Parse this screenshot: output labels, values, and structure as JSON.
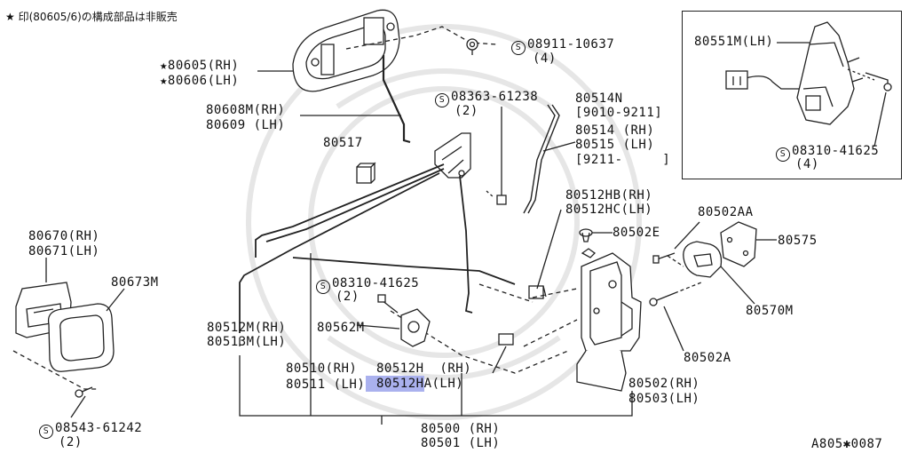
{
  "note": "★ 印(80605/6)の構成部品は非販売",
  "figure_code": "A805✱0087",
  "screw_symbol": "S",
  "callouts": {
    "p80605": "★80605(RH)",
    "p80606": "★80606(LH)",
    "p80608m": "80608M(RH)",
    "p80609": "80609 (LH)",
    "p80517": "80517",
    "p08911_num": "08911-10637",
    "p08911_qty": "(4)",
    "p08363_num": "08363-61238",
    "p08363_qty": "(2)",
    "p80514n": "80514N",
    "p80514n_date": "[9010-9211]",
    "p80514": "80514 (RH)",
    "p80515": "80515 (LH)",
    "p80515_date": "[9211-     ]",
    "p80512hb": "80512HB(RH)",
    "p80512hc": "80512HC(LH)",
    "p80502aa": "80502AA",
    "p80502e": "80502E",
    "p80575": "80575",
    "p80670": "80670(RH)",
    "p80671": "80671(LH)",
    "p80673m": "80673M",
    "p08310a_num": "08310-41625",
    "p08310a_qty": "(2)",
    "p80512m": "80512M(RH)",
    "p80513m": "80513M(LH)",
    "p80562m": "80562M",
    "p80570m": "80570M",
    "p80502a": "80502A",
    "p80510": "80510(RH)",
    "p80511": "80511 (LH)",
    "p80512h": "80512H  (RH)",
    "p80512ha_hl": "80512H",
    "p80512ha_rest": "A(LH)",
    "p80502": "80502(RH)",
    "p80503": "80503(LH)",
    "p08543_num": "08543-61242",
    "p08543_qty": "(2)",
    "p80500": "80500 (RH)",
    "p80501": "80501 (LH)",
    "p80551m": "80551M(LH)",
    "p08310b_num": "08310-41625",
    "p08310b_qty": "(4)"
  },
  "highlight_color": "#aab1ee"
}
